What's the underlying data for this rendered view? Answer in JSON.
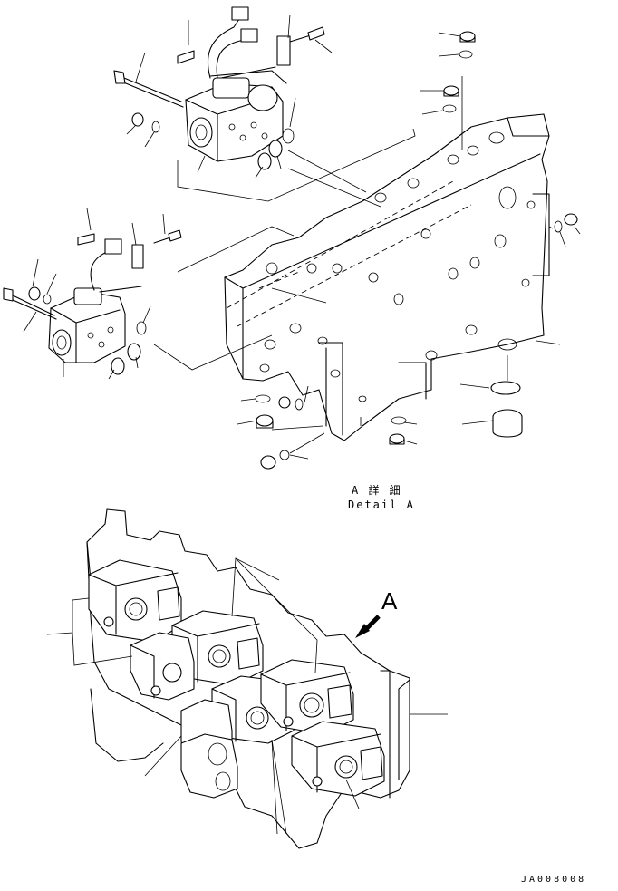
{
  "detail": {
    "label_jp": "A 詳 細",
    "label_en": "Detail A"
  },
  "view_marker": {
    "letter": "A"
  },
  "drawing_code": "JA008008"
}
